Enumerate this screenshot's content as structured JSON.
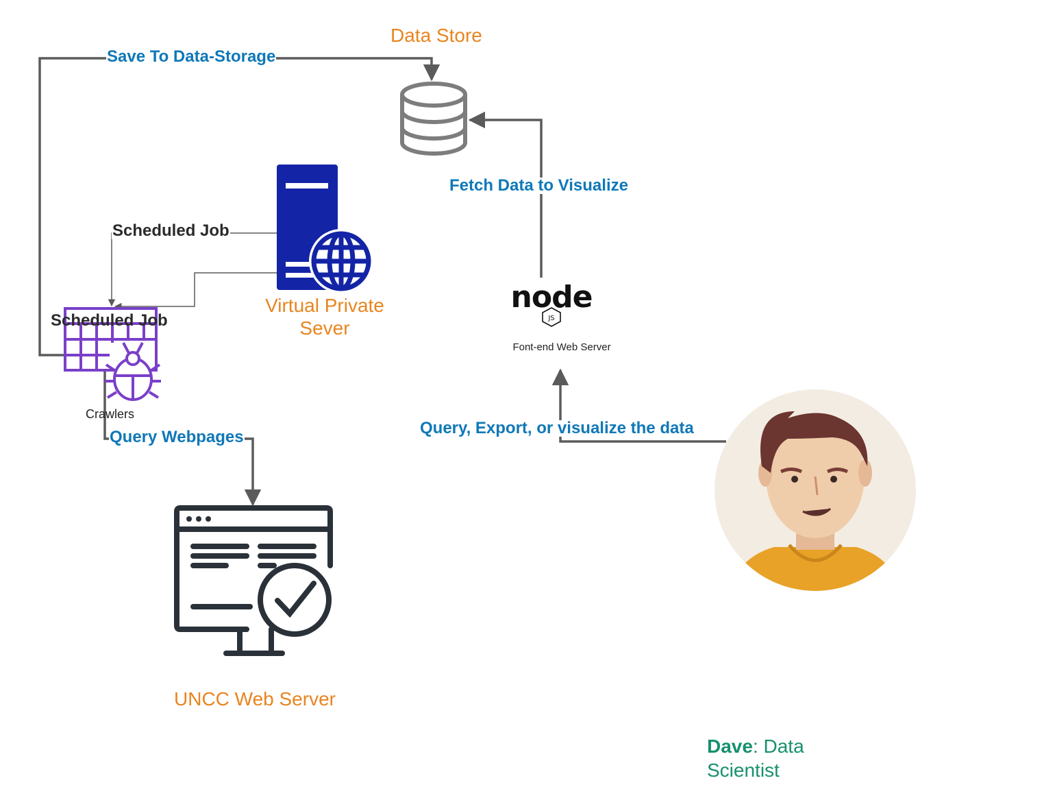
{
  "nodes": {
    "data_store": {
      "label": "Data Store",
      "icon": "database-icon"
    },
    "vps": {
      "label_line1": "Virtual Private",
      "label_line2": "Sever",
      "icon": "server-globe-icon"
    },
    "crawlers": {
      "label": "Crawlers",
      "icon": "crawler-bug-icon"
    },
    "node_server": {
      "logo_text": "node",
      "logo_badge": "JS",
      "label": "Font-end Web Server",
      "icon": "nodejs-logo-icon"
    },
    "uncc_server": {
      "label": "UNCC Web Server",
      "icon": "monitor-check-icon"
    },
    "user": {
      "name": "Dave",
      "role_line": ": Data",
      "role_line2": "Scientist",
      "icon": "person-avatar-icon"
    }
  },
  "edges": {
    "save": "Save To Data-Storage",
    "scheduled_top": "Scheduled Job",
    "scheduled_overlap": "Scheduled Job",
    "fetch": "Fetch Data to Visualize",
    "query_webpages": "Query Webpages",
    "query_export": "Query, Export, or visualize the data"
  },
  "colors": {
    "orange": "#e8851f",
    "blue": "#0f78b8",
    "purple": "#7a3fc9",
    "navy": "#1424a6",
    "line": "#5b5b5b",
    "green": "#17906e"
  }
}
